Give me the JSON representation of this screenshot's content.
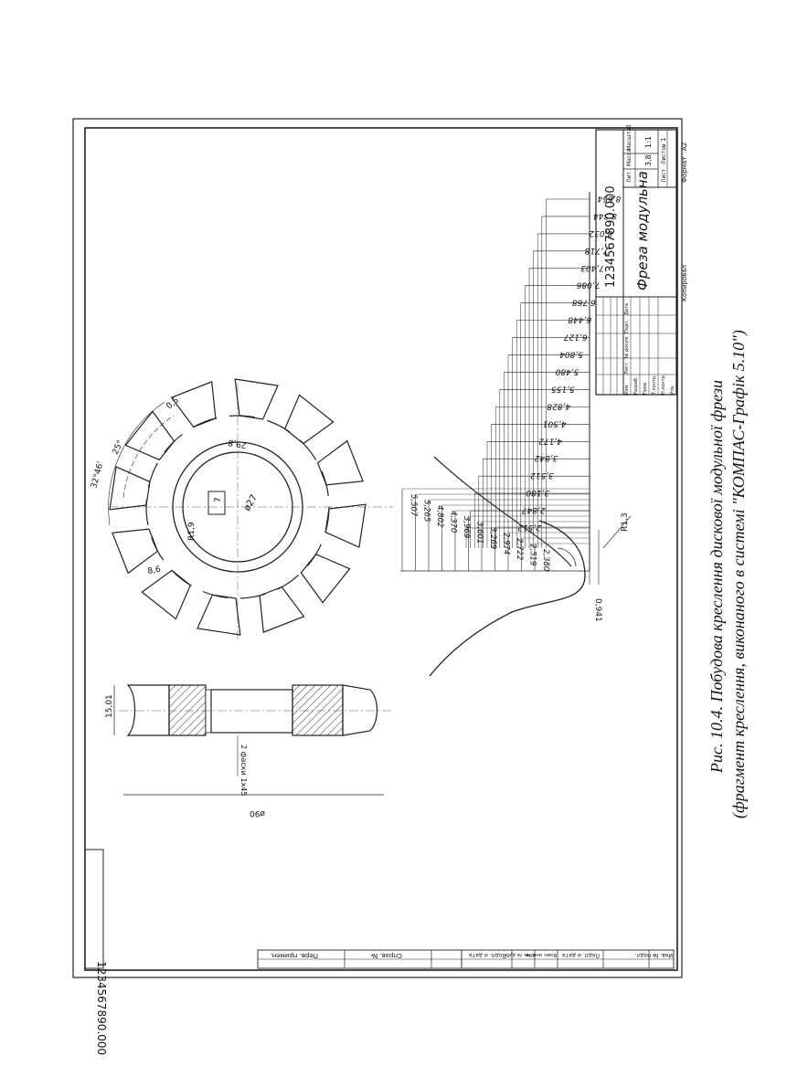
{
  "caption": {
    "line1": "Рис. 10.4. Побудова креслення дискової модульної фрези",
    "line2": "(фрагмент креслення, виконаного в системі \"КОМПАС-Графік 5.10\")"
  },
  "title_block": {
    "designation": "1234567890.000",
    "name": "Фреза модульна",
    "mass": "3,8",
    "scale": "1:1",
    "sheets": "1",
    "format_label": "Формат",
    "format_value": "А2",
    "copied_label": "Копировал",
    "headers": [
      "Лит.",
      "Масса",
      "Масштаб"
    ],
    "sheet_label": "Лист",
    "sheets_label": "Листов",
    "row_labels": [
      "Изм.",
      "Лист",
      "№ докум.",
      "Подп.",
      "Дата",
      "Разраб.",
      "Пров.",
      "Т.контр.",
      "Н.контр.",
      "Утв."
    ]
  },
  "corner_stamp": "1234567890.000",
  "left_strip": [
    "Перв. примен.",
    "Справ. №",
    "Подп. и дата",
    "Инв. № дубл.",
    "Взам. инв. №",
    "Подп. и дата",
    "Инв. № подл."
  ],
  "dimensions": {
    "outer_diameter": "ø90",
    "width": "15,01",
    "chamfer": "2 фаски 1х45",
    "keyway_width": "7",
    "bore": "ø27",
    "keyway_depth": "29,8",
    "tooth_angle_1": "32°46'",
    "tooth_angle_2": "25°",
    "tooth_width": "0,5",
    "radius_small": "R1,9",
    "radius_root": "R1,3",
    "tooth_gap": "8,6",
    "tip_offset": "0,941"
  },
  "profile_x": [
    "2,512",
    "2,847",
    "3,180",
    "3,512",
    "3,842",
    "4,172",
    "4,501",
    "4,828",
    "5,155",
    "5,480",
    "5,804",
    "6,127",
    "6,448",
    "6,768",
    "7,086",
    "7,403",
    "7,718",
    "8,032",
    "8,344",
    "8,654"
  ],
  "profile_y": [
    "5,507",
    "5,265",
    "4,802",
    "4,370",
    "3,969",
    "3,601",
    "3,269",
    "2,974",
    "2,722",
    "2,519",
    "2,380"
  ]
}
